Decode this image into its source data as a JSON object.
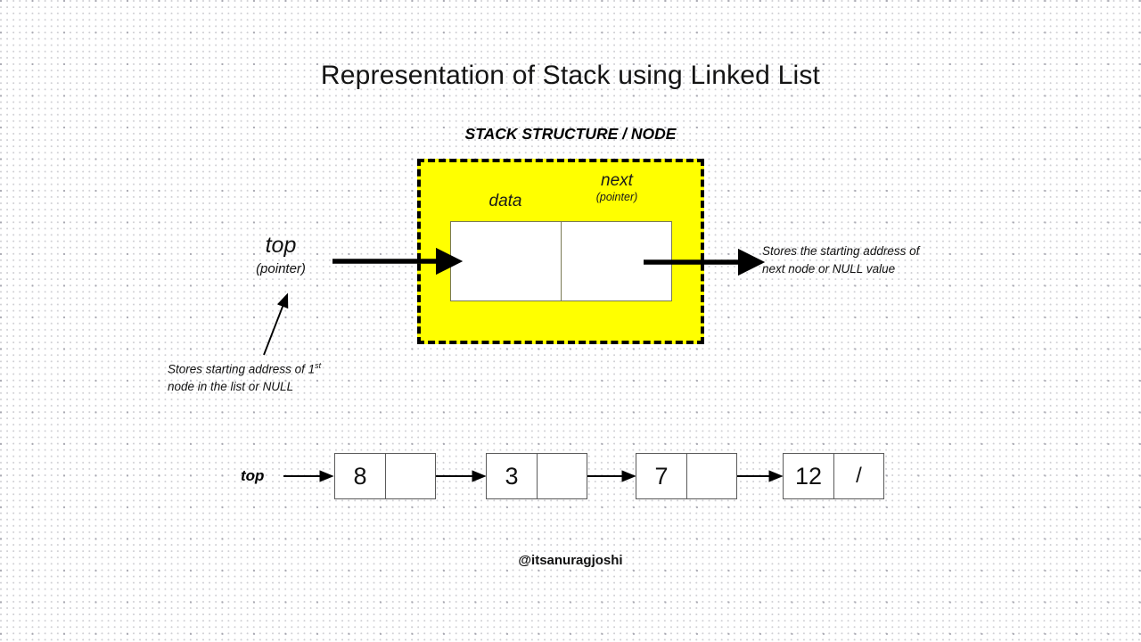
{
  "slide": {
    "title": "Representation of Stack using Linked List",
    "subtitle": "STACK STRUCTURE / NODE",
    "watermark": "@itsanuragjoshi",
    "colors": {
      "struct_fill": "#FFFF00",
      "struct_border": "#000000",
      "cell_border": "#7a7a55",
      "node_border": "#5a5a5a",
      "text": "#111111",
      "background": "#FFFFFF"
    }
  },
  "struct": {
    "data_label": "data",
    "next_label": "next",
    "next_sublabel": "(pointer)",
    "data_cell_value": "",
    "next_cell_value": ""
  },
  "top_pointer": {
    "label": "top",
    "sublabel": "(pointer)"
  },
  "notes": {
    "left_line1": "Stores starting address of 1",
    "left_sup": "st",
    "left_line2": "node in the list or NULL",
    "right_line1": "Stores the starting address of",
    "right_line2": "next node or NULL value"
  },
  "linked_list": {
    "head_label": "top",
    "nodes": [
      {
        "data": "8",
        "next": ""
      },
      {
        "data": "3",
        "next": ""
      },
      {
        "data": "7",
        "next": ""
      },
      {
        "data": "12",
        "next": "/"
      }
    ]
  }
}
